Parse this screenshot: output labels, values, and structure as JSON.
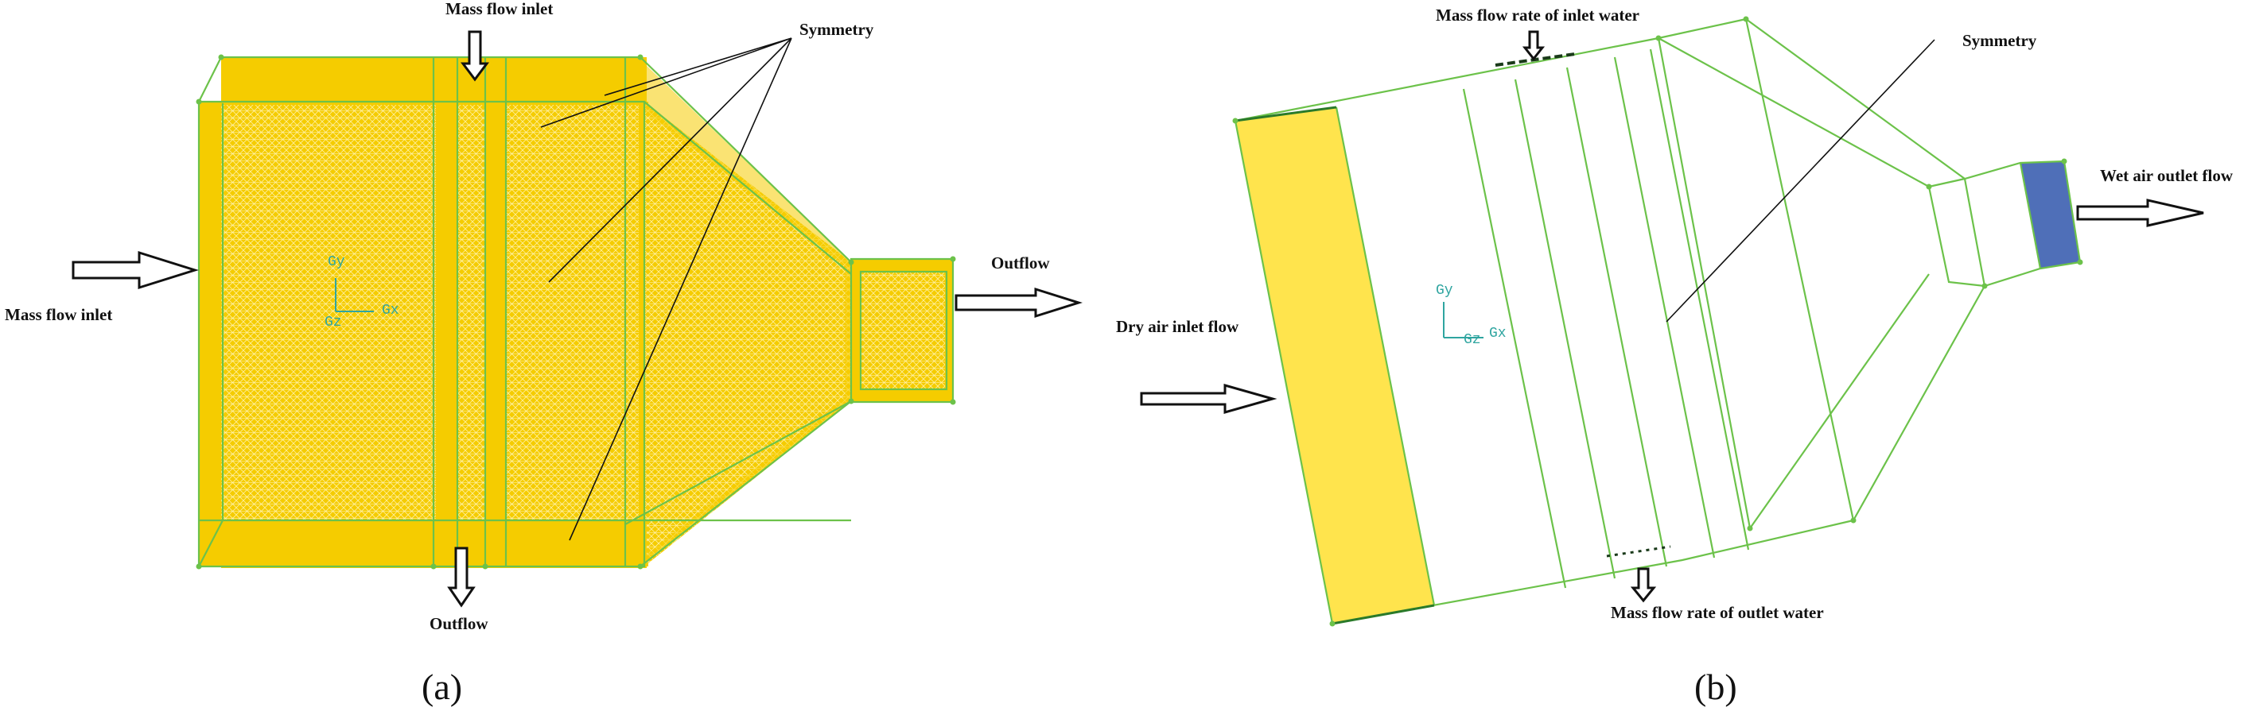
{
  "figure_a": {
    "caption": "(a)",
    "labels": {
      "mass_flow_inlet_top": "Mass flow inlet",
      "symmetry": "Symmetry",
      "outflow_right": "Outflow",
      "mass_flow_inlet_left": "Mass flow inlet",
      "outflow_bottom": "Outflow"
    },
    "axis": {
      "y": "Gy",
      "x": "Gx",
      "z": "Gz"
    },
    "colors": {
      "mesh_fill": "#f5cc00",
      "mesh_line": "#fff3b0",
      "edge": "#6cc24a"
    }
  },
  "figure_b": {
    "caption": "(b)",
    "labels": {
      "inlet_water": "Mass flow rate of inlet water",
      "symmetry": "Symmetry",
      "wet_air_outlet": "Wet air outlet flow",
      "dry_air_inlet": "Dry air inlet flow",
      "outlet_water": "Mass flow rate of outlet water"
    },
    "axis": {
      "y": "Gy",
      "x": "Gx",
      "z": "Gz"
    },
    "colors": {
      "inlet_face": "#ffe44d",
      "outlet_face": "#4f6fb8",
      "edge": "#6cc24a"
    }
  }
}
